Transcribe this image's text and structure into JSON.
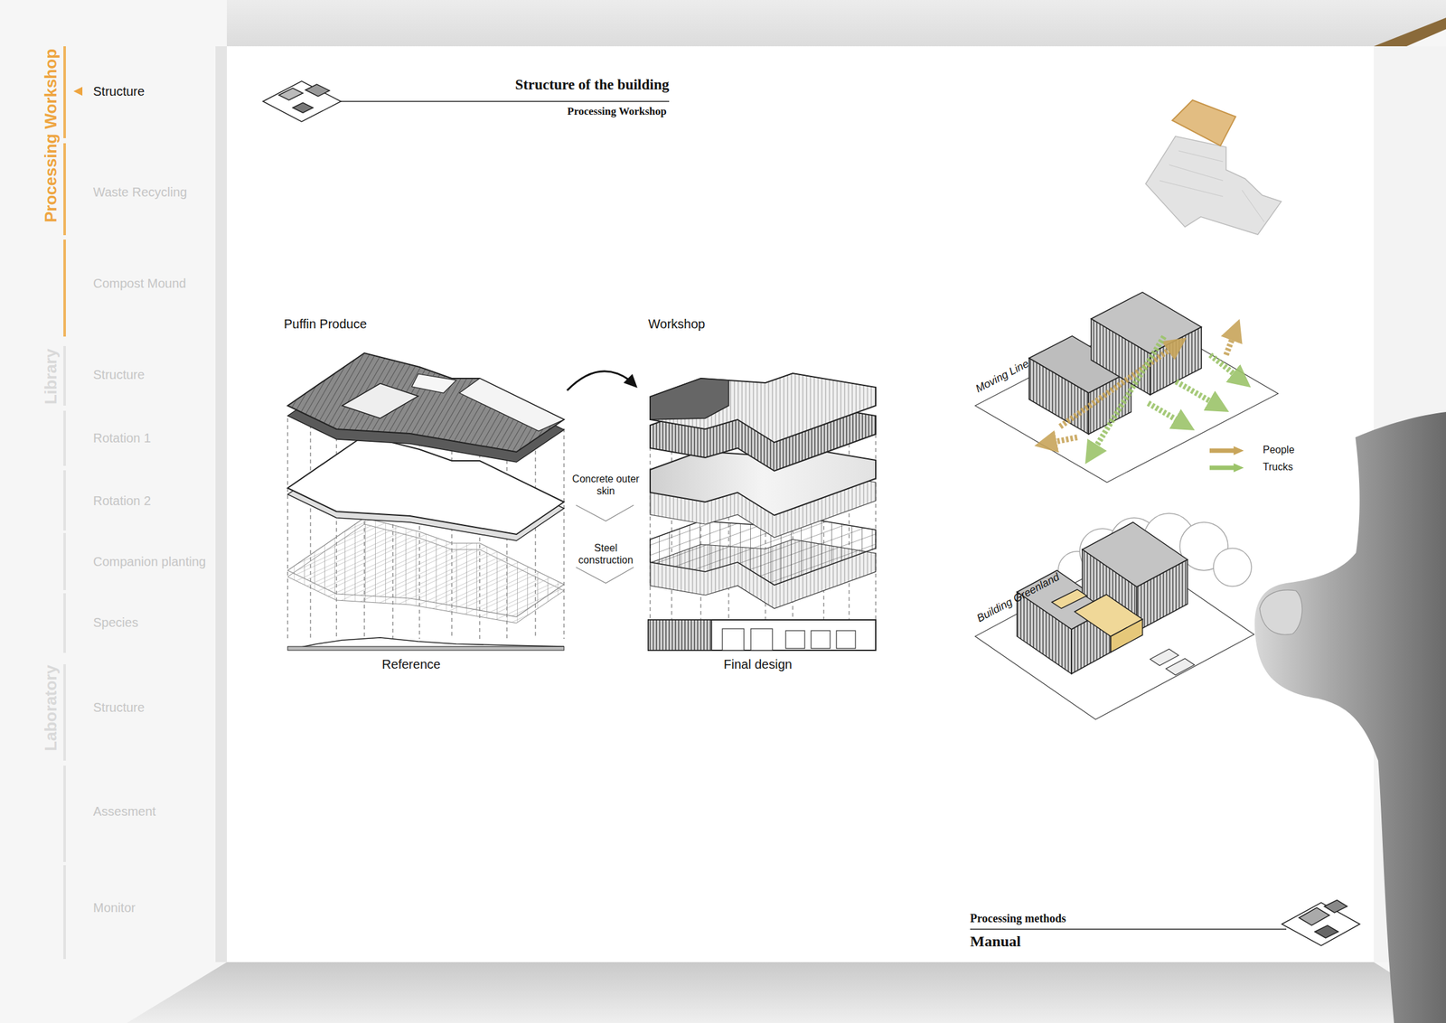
{
  "diagram": {
    "title": "Structure of the building",
    "labels": [
      "Processing Workshop",
      "Library",
      "Laboratory",
      "Structure",
      "Waste Recycling",
      "Compost Mound",
      "Structure",
      "Rotation 1",
      "Rotation 2",
      "Companion planting",
      "Species",
      "Structure",
      "Assesment",
      "Monitor",
      "Processing Workshop",
      "Puffin Produce",
      "Workshop",
      "Concrete outer skin",
      "Steel construction",
      "Reference",
      "Final design",
      "Moving Line",
      "Building Greenland",
      "Processing methods",
      "Manual"
    ],
    "legend": [
      {
        "text": "People",
        "color": "#c8a55a"
      },
      {
        "text": "Trucks",
        "color": "#9cc46a"
      }
    ]
  }
}
